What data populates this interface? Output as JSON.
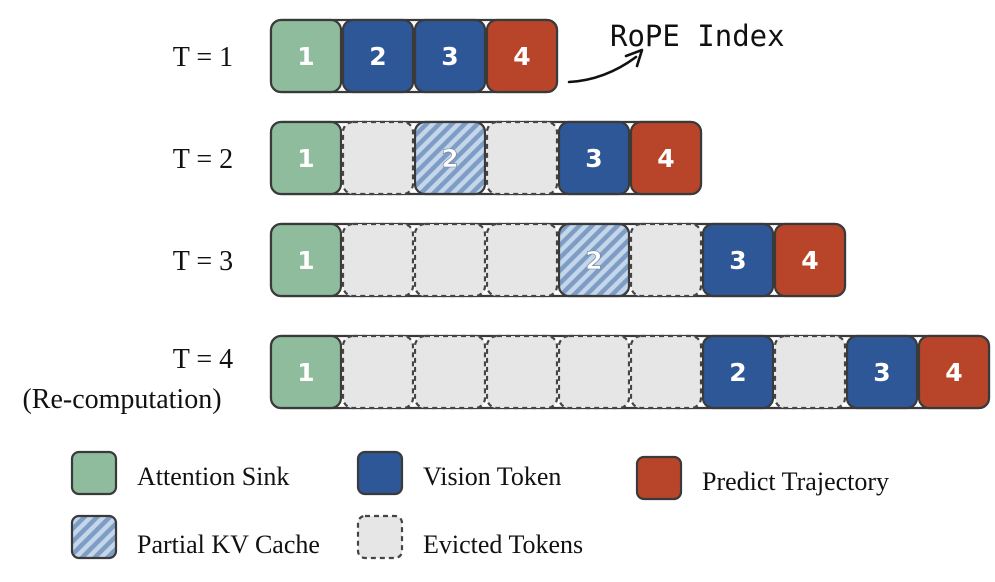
{
  "colors": {
    "sink": "#8fbc9c",
    "vision": "#2e5797",
    "predict": "#b8452a",
    "partial_bg": "#c3d6ea",
    "partial_stripe": "#7f9dc4",
    "evicted": "#e6e6e6",
    "border": "#3a3a3a"
  },
  "annotation": {
    "text": "RoPE Index"
  },
  "rows": [
    {
      "label": "T = 1",
      "sublabel": "",
      "tokens": [
        {
          "type": "sink",
          "text": "1"
        },
        {
          "type": "vision",
          "text": "2"
        },
        {
          "type": "vision",
          "text": "3"
        },
        {
          "type": "predict",
          "text": "4"
        }
      ]
    },
    {
      "label": "T = 2",
      "sublabel": "",
      "tokens": [
        {
          "type": "sink",
          "text": "1"
        },
        {
          "type": "evicted",
          "text": ""
        },
        {
          "type": "partial",
          "text": "2"
        },
        {
          "type": "evicted",
          "text": ""
        },
        {
          "type": "vision",
          "text": "3"
        },
        {
          "type": "predict",
          "text": "4"
        }
      ]
    },
    {
      "label": "T = 3",
      "sublabel": "",
      "tokens": [
        {
          "type": "sink",
          "text": "1"
        },
        {
          "type": "evicted",
          "text": ""
        },
        {
          "type": "evicted",
          "text": ""
        },
        {
          "type": "evicted",
          "text": ""
        },
        {
          "type": "partial",
          "text": "2"
        },
        {
          "type": "evicted",
          "text": ""
        },
        {
          "type": "vision",
          "text": "3"
        },
        {
          "type": "predict",
          "text": "4"
        }
      ]
    },
    {
      "label": "T = 4",
      "sublabel": "(Re-computation)",
      "tokens": [
        {
          "type": "sink",
          "text": "1"
        },
        {
          "type": "evicted",
          "text": ""
        },
        {
          "type": "evicted",
          "text": ""
        },
        {
          "type": "evicted",
          "text": ""
        },
        {
          "type": "evicted",
          "text": ""
        },
        {
          "type": "evicted",
          "text": ""
        },
        {
          "type": "vision",
          "text": "2"
        },
        {
          "type": "evicted",
          "text": ""
        },
        {
          "type": "vision",
          "text": "3"
        },
        {
          "type": "predict",
          "text": "4"
        }
      ]
    }
  ],
  "legend": [
    {
      "type": "sink",
      "label": "Attention Sink"
    },
    {
      "type": "vision",
      "label": "Vision Token"
    },
    {
      "type": "predict",
      "label": "Predict Trajectory"
    },
    {
      "type": "partial",
      "label": "Partial KV Cache"
    },
    {
      "type": "evicted",
      "label": "Evicted Tokens"
    }
  ]
}
